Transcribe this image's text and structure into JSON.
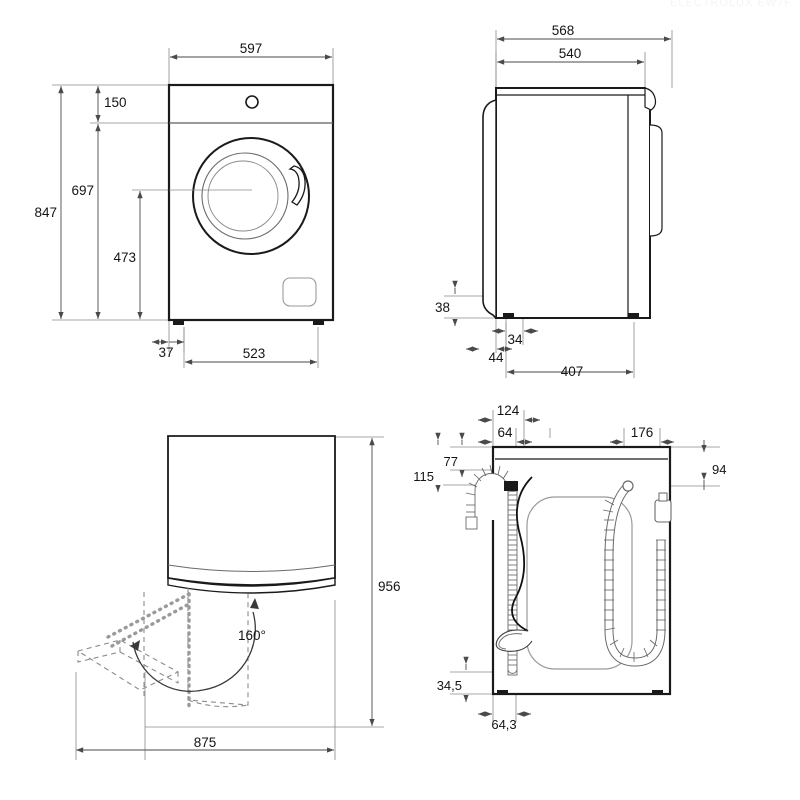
{
  "document": {
    "type": "technical-dimension-drawing",
    "subject": "front-load washing machine",
    "watermark_text": "ELECTROLUX EW7F",
    "unit": "mm",
    "line_color": "#1a1a1a",
    "dimension_color": "#5a5a5a",
    "background": "#ffffff"
  },
  "views": {
    "front": {
      "name": "front-view",
      "dimensions": {
        "width_cabinet": "597",
        "height_total": "847",
        "height_to_door_center": "697",
        "panel_height": "150",
        "door_lower_height": "473",
        "foot_offset": "37",
        "feet_span": "523"
      }
    },
    "side": {
      "name": "side-view",
      "dimensions": {
        "depth_with_door": "568",
        "depth_body": "540",
        "base_height": "38",
        "foot_width": "34",
        "foot_front_offset": "44",
        "feet_span": "407"
      }
    },
    "top": {
      "name": "top-view-door-swing",
      "dimensions": {
        "depth_with_open_door": "875",
        "height_with_open_door": "956",
        "door_opening_angle": "160°"
      }
    },
    "rear": {
      "name": "rear-view-connections",
      "dimensions": {
        "drain_hose_x_outer": "124",
        "drain_hose_x_inner": "64",
        "inlet_hose_x": "176",
        "drain_top_offset": "77",
        "drain_hook_height": "115",
        "inlet_top_offset": "94",
        "drain_bottom_height": "34,5",
        "drain_bottom_x": "64,3"
      }
    }
  }
}
